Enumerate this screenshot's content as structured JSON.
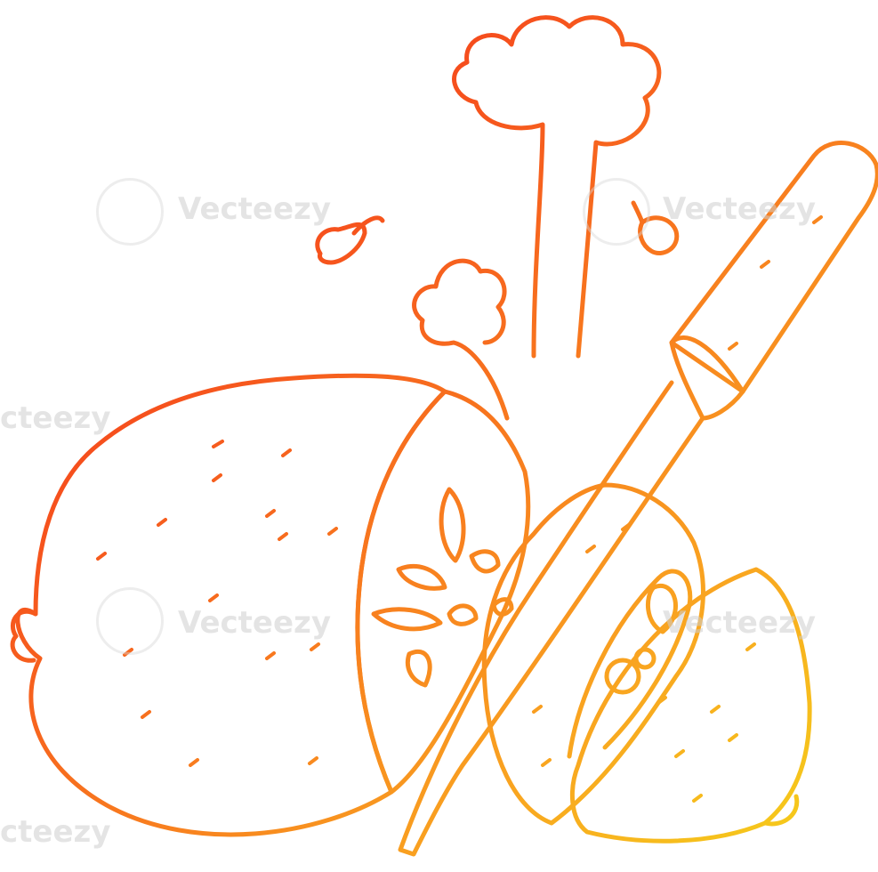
{
  "watermark": {
    "text": "Vecteezy",
    "fragment_left": "Vecteezy",
    "fragment_edge": "cteezy"
  },
  "illustration": {
    "stroke_colors": [
      "#f21a1a",
      "#f7681e",
      "#f9a620",
      "#f4d719"
    ]
  }
}
